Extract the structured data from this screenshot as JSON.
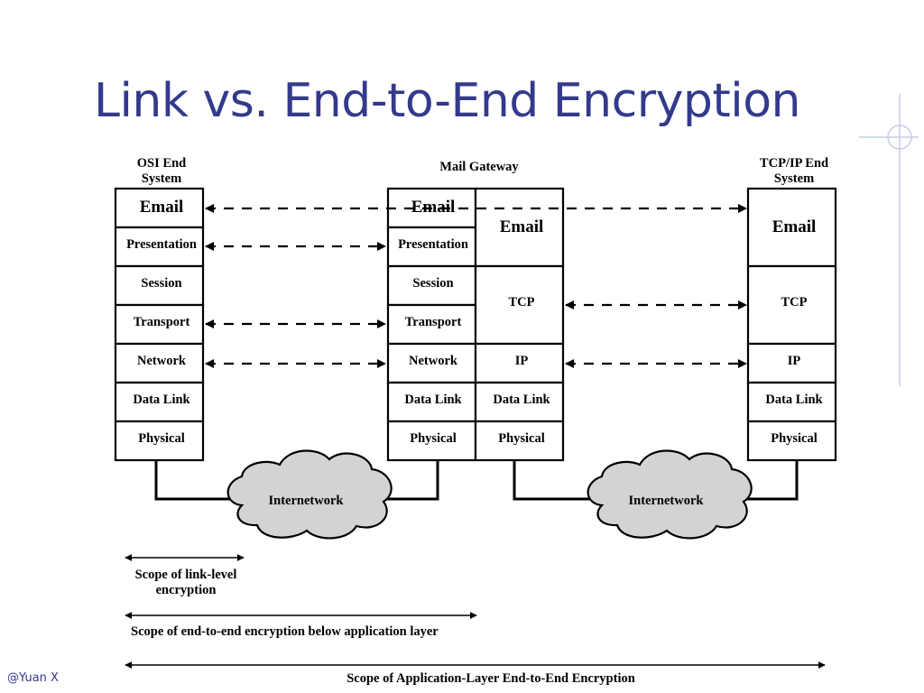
{
  "slide": {
    "title": "Link vs. End-to-End Encryption",
    "footer": "@Yuan X",
    "accent_color": "#333a8c"
  },
  "diagram": {
    "columns": {
      "osi_end_system": "OSI End System",
      "mail_gateway": "Mail Gateway",
      "tcpip_end_system": "TCP/IP End System"
    },
    "osi_stack": [
      "Email",
      "Presentation",
      "Session",
      "Transport",
      "Network",
      "Data Link",
      "Physical"
    ],
    "tcpip_stack": [
      "Email",
      "TCP",
      "IP",
      "Data Link",
      "Physical"
    ],
    "clouds": [
      "Internetwork",
      "Internetwork"
    ],
    "scopes": {
      "link_level": "Scope of link-level encryption",
      "end_to_end_below_app": "Scope of end-to-end encryption below application layer",
      "application_layer": "Scope of Application-Layer End-to-End Encryption"
    }
  }
}
